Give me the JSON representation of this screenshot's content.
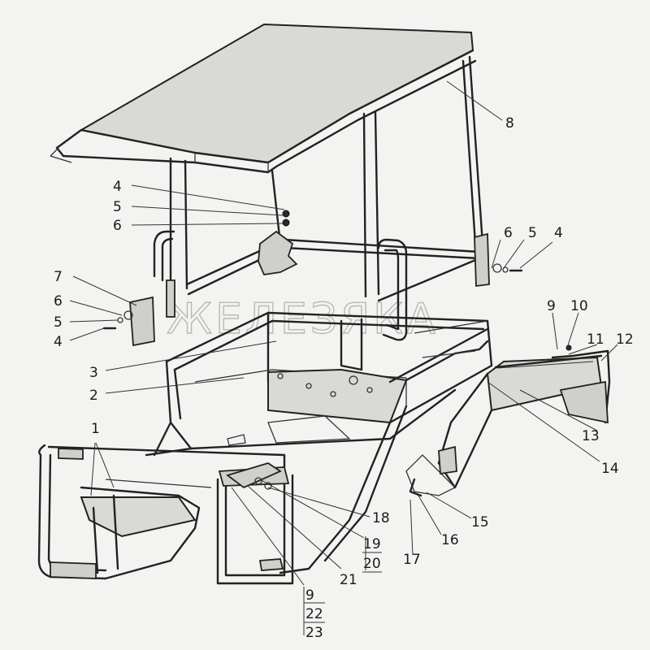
{
  "watermark": "ЖЕЛЕЗЯКА",
  "labels": {
    "l1": "1",
    "l2": "2",
    "l3": "3",
    "l4a": "4",
    "l5a": "5",
    "l6a": "6",
    "l4b": "4",
    "l5b": "5",
    "l6b": "6",
    "l4c": "4",
    "l5c": "5",
    "l6c": "6",
    "l7": "7",
    "l8": "8",
    "l9a": "9",
    "l10": "10",
    "l11": "11",
    "l12": "12",
    "l13": "13",
    "l14": "14",
    "l15": "15",
    "l16": "16",
    "l17": "17",
    "l18": "18",
    "l19": "19",
    "l20": "20",
    "l21": "21",
    "l9b": "9",
    "l22": "22",
    "l23": "23"
  }
}
